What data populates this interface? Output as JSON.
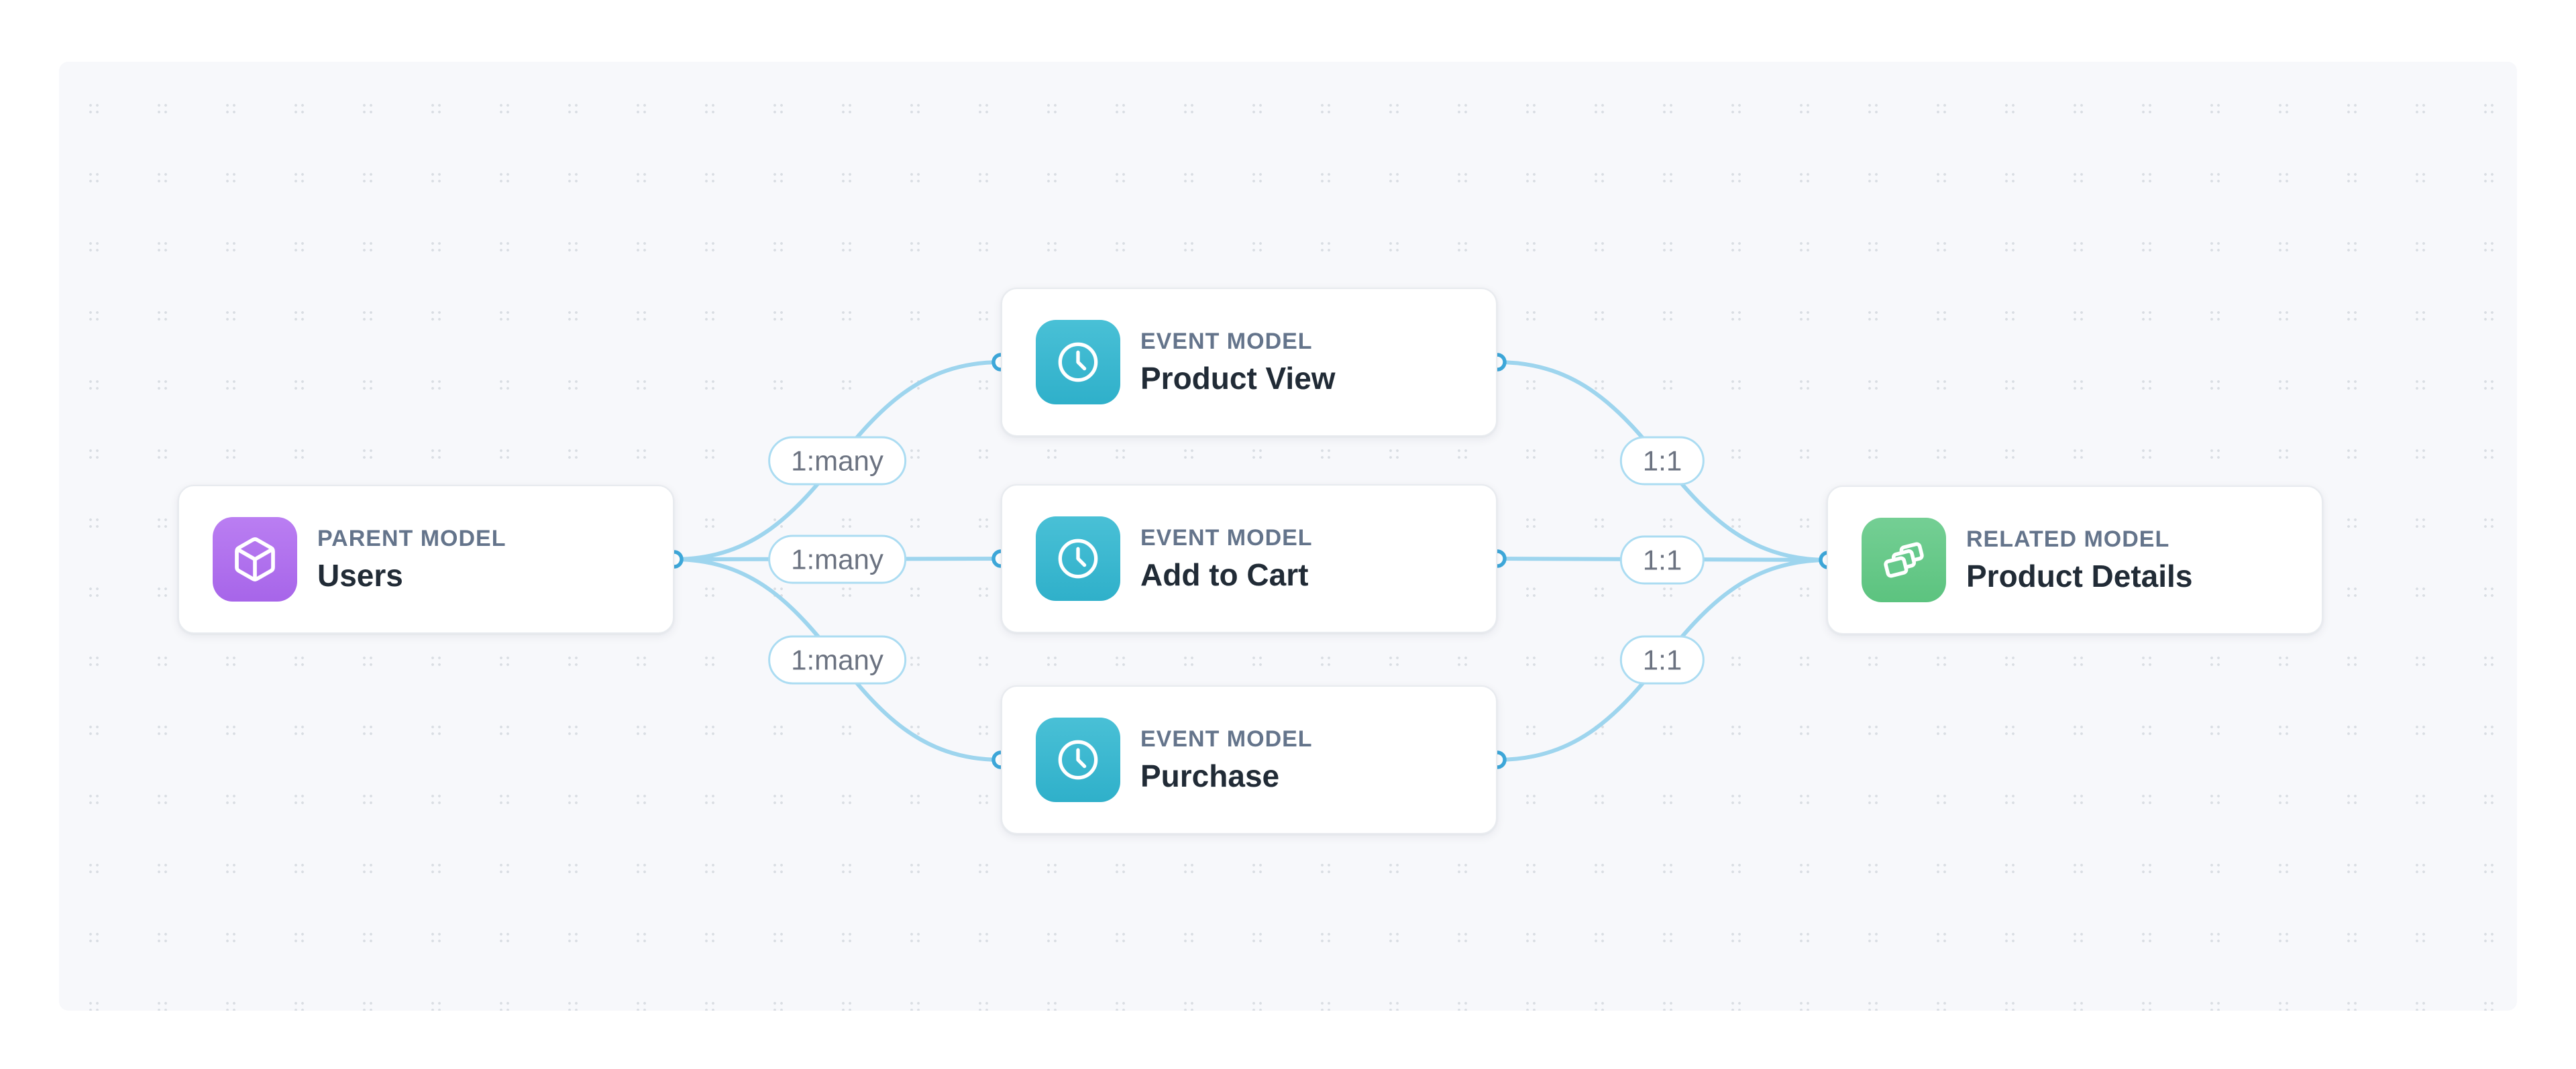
{
  "canvas": {
    "background_color": "#f7f8fb",
    "dot_color": "#d9dde3",
    "page_background": "#ffffff"
  },
  "colors": {
    "edge": "#9ed5ee",
    "handle_ring": "#3ea8da",
    "pill_border": "#abdcf2",
    "pill_text": "#6b7280",
    "node_label_text": "#64748b",
    "node_title_text": "#212b36",
    "card_border": "#e8ebef",
    "icon_purple_top": "#ba7ef2",
    "icon_purple_bottom": "#a765e9",
    "icon_teal_top": "#49c0d6",
    "icon_teal_bottom": "#2fb0ca",
    "icon_green_top": "#74cf94",
    "icon_green_bottom": "#5cc37f"
  },
  "nodes": [
    {
      "type_label": "PARENT MODEL",
      "title": "Users",
      "icon": "cube-icon",
      "role": "parent"
    },
    {
      "type_label": "EVENT MODEL",
      "title": "Product View",
      "icon": "clock-icon",
      "role": "event"
    },
    {
      "type_label": "EVENT MODEL",
      "title": "Add to Cart",
      "icon": "clock-icon",
      "role": "event"
    },
    {
      "type_label": "EVENT MODEL",
      "title": "Purchase",
      "icon": "clock-icon",
      "role": "event"
    },
    {
      "type_label": "RELATED MODEL",
      "title": "Product Details",
      "icon": "layers-icon",
      "role": "related"
    }
  ],
  "edges": [
    {
      "from": "Users",
      "to": "Product View",
      "label": "1:many"
    },
    {
      "from": "Users",
      "to": "Add to Cart",
      "label": "1:many"
    },
    {
      "from": "Users",
      "to": "Purchase",
      "label": "1:many"
    },
    {
      "from": "Product View",
      "to": "Product Details",
      "label": "1:1"
    },
    {
      "from": "Add to Cart",
      "to": "Product Details",
      "label": "1:1"
    },
    {
      "from": "Purchase",
      "to": "Product Details",
      "label": "1:1"
    }
  ]
}
